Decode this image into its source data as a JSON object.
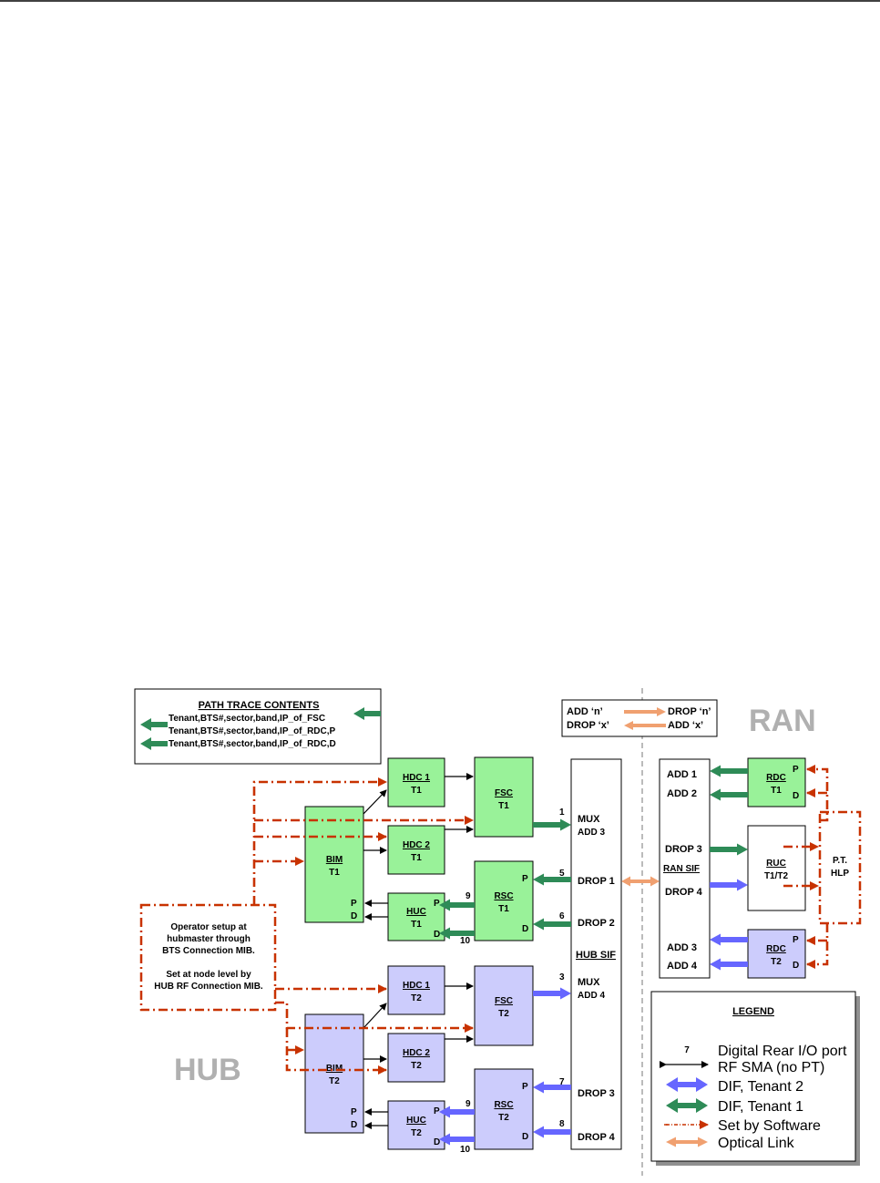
{
  "path_trace": {
    "title": "PATH TRACE CONTENTS",
    "lines": [
      "Tenant,BTS#,sector,band,IP_of_FSC",
      "Tenant,BTS#,sector,band,IP_of_RDC,P",
      "Tenant,BTS#,sector,band,IP_of_RDC,D"
    ]
  },
  "add_drop_key": {
    "add_n": "ADD ‘n’",
    "drop_n": "DROP ‘n’",
    "drop_x": "DROP ‘x’",
    "add_x": "ADD ‘x’"
  },
  "regions": {
    "ran": "RAN",
    "hub": "HUB"
  },
  "blocks": {
    "hdc1_t1": {
      "name": "HDC 1",
      "tenant": "T1"
    },
    "hdc2_t1": {
      "name": "HDC 2",
      "tenant": "T1"
    },
    "fsc_t1": {
      "name": "FSC",
      "tenant": "T1"
    },
    "bim_t1": {
      "name": "BIM",
      "tenant": "T1"
    },
    "huc_t1": {
      "name": "HUC",
      "tenant": "T1"
    },
    "rsc_t1": {
      "name": "RSC",
      "tenant": "T1"
    },
    "hdc1_t2": {
      "name": "HDC 1",
      "tenant": "T2"
    },
    "hdc2_t2": {
      "name": "HDC 2",
      "tenant": "T2"
    },
    "fsc_t2": {
      "name": "FSC",
      "tenant": "T2"
    },
    "bim_t2": {
      "name": "BIM",
      "tenant": "T2"
    },
    "huc_t2": {
      "name": "HUC",
      "tenant": "T2"
    },
    "rsc_t2": {
      "name": "RSC",
      "tenant": "T2"
    },
    "rdc_t1": {
      "name": "RDC",
      "tenant": "T1"
    },
    "ruc": {
      "name": "RUC",
      "tenant": "T1/T2"
    },
    "rdc_t2": {
      "name": "RDC",
      "tenant": "T2"
    },
    "pt_hlp": {
      "line1": "P.T.",
      "line2": "HLP"
    }
  },
  "hub_sif": {
    "label": "HUB SIF",
    "ports": [
      "MUX",
      "ADD 3",
      "DROP 1",
      "DROP 2",
      "MUX",
      "ADD 4",
      "DROP 3",
      "DROP 4"
    ]
  },
  "ran_sif": {
    "label": "RAN SIF",
    "ports": [
      "ADD 1",
      "ADD 2",
      "DROP 3",
      "DROP 4",
      "ADD 3",
      "ADD 4"
    ]
  },
  "port_numbers": [
    "1",
    "5",
    "6",
    "9",
    "10",
    "3",
    "7",
    "8",
    "9",
    "10"
  ],
  "pd": {
    "p": "P",
    "d": "D"
  },
  "operator_note": [
    "Operator setup at",
    "hubmaster through",
    "BTS Connection MIB.",
    "",
    "Set at node level by",
    "HUB RF Connection MIB."
  ],
  "legend": {
    "title": "LEGEND",
    "port_num": "7",
    "items": [
      "Digital Rear I/O port",
      "RF SMA (no PT)",
      "DIF, Tenant 2",
      "DIF, Tenant 1",
      "Set by Software",
      "Optical Link"
    ]
  },
  "colors": {
    "tenant1_fill": "#99f299",
    "tenant2_fill": "#ccccfc",
    "tenant1_arrow": "#2e8b57",
    "tenant2_arrow": "#6666ff",
    "software": "#c83200",
    "optical": "#f0a070"
  }
}
